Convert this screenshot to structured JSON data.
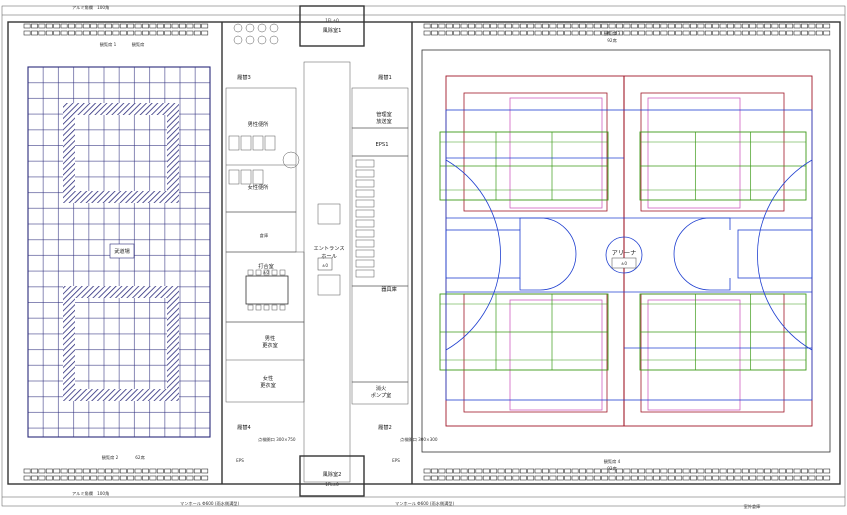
{
  "rooms": {
    "budojo": "武道場",
    "arena": "アリーナ",
    "arena_level": "±0",
    "entrance_hall_1": "エントランス",
    "entrance_hall_2": "ホール",
    "entrance_level": "±0",
    "meeting_room": "打合室",
    "meeting_level": "±0",
    "mens_toilet": "男性便所",
    "womens_toilet": "女性便所",
    "mens_locker_1": "男性",
    "mens_locker_2": "更衣室",
    "womens_locker_1": "女性",
    "womens_locker_2": "更衣室",
    "storage": "倉庫",
    "equipment_storage": "器具庫",
    "control_room": "管理室",
    "broadcast_room": "放送室",
    "eps1": "EPS1",
    "eps_left": "EPS",
    "eps_right": "EPS",
    "fire_pump_1": "消火",
    "fire_pump_2": "ポンプ室",
    "windbreak_1": "風除室1",
    "windbreak_2": "風除室2",
    "shoe_box_1": "履替1",
    "shoe_box_2": "履替2",
    "shoe_box_3": "履替3",
    "shoe_box_4": "履替4",
    "stand_1_1": "観覧席 1",
    "stand_1_2": "観覧席",
    "stand_2": "観覧席 2",
    "stand_2_seats": "62席",
    "stand_3": "観覧席 3",
    "stand_3_seats": "92席",
    "stand_4": "観覧席 4",
    "stand_4_seats": "92席",
    "stand_4_sub": "室外倉庫"
  },
  "annotations": {
    "left_top": "アルミ角欄　100角",
    "left_bottom": "アルミ角欄　100角",
    "bottom_left": "マンホール Φ600 (雨水側溝型)",
    "bottom_right": "マンホール Φ600 (雨水側溝型)",
    "inspection_left": "点検開口 300×750",
    "inspection_right": "点検開口 300×300",
    "fl_top": "1FL±0",
    "fl_bottom": "1FL±0"
  },
  "colors": {
    "budojo_grid": "#2a2a7a",
    "hatch": "#2a2a7a",
    "court_red": "#a01828",
    "court_green": "#3c9a18",
    "court_blue": "#2040d0",
    "court_pink": "#d060c0",
    "walls": "#333333"
  }
}
